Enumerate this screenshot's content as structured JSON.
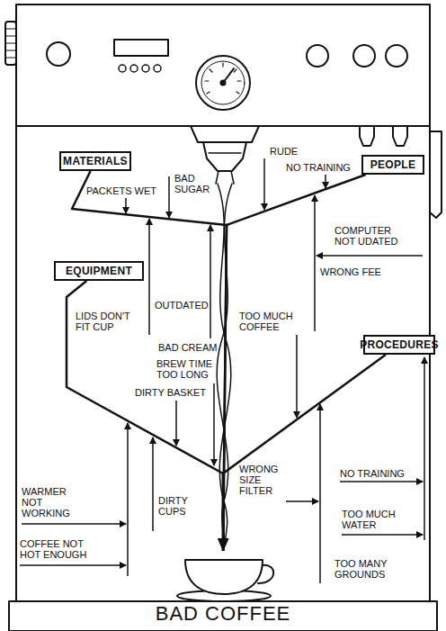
{
  "diagram": {
    "nodes": [
      {
        "text": [
          "MATERIALS"
        ]
      },
      {
        "text": [
          "PEOPLE"
        ]
      },
      {
        "text": [
          "EQUIPMENT"
        ]
      },
      {
        "text": [
          "PROCEDURES"
        ]
      },
      {
        "text": [
          "BAD COFFEE"
        ]
      }
    ],
    "edges": [
      {
        "from": 0,
        "to": 4,
        "arrow": "to"
      },
      {
        "from": 1,
        "to": 4,
        "arrow": "to"
      },
      {
        "from": 2,
        "to": 4,
        "arrow": "to"
      },
      {
        "from": 3,
        "to": 4,
        "arrow": "to"
      }
    ],
    "labels": [
      "PACKETS WET",
      "BAD SUGAR",
      "RUDE",
      "NO TRAINING",
      "COMPUTER NOT UDATED",
      "WRONG FEE",
      "OUTDATED",
      "LIDS DON'T FIT CUP",
      "BAD CREAM",
      "TOO MUCH COFFEE",
      "BREW TIME TOO LONG",
      "DIRTY BASKET",
      "WARMER NOT WORKING",
      "WRONG SIZE FILTER",
      "NO TRAINING",
      "DIRTY CUPS",
      "TOO MUCH WATER",
      "COFFEE NOT HOT ENOUGH",
      "TOO MANY GROUNDS"
    ]
  }
}
